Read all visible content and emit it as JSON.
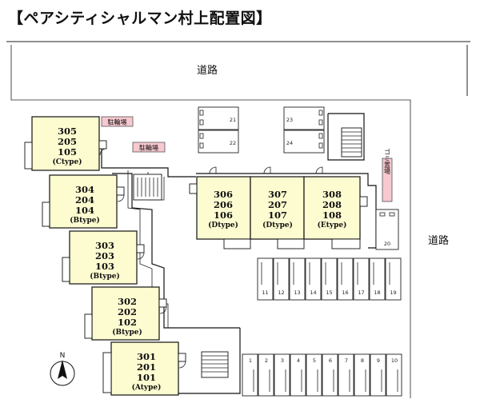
{
  "title": "【ペアシティシャルマン村上配置図】",
  "roads": {
    "top": "道路",
    "right": "道路"
  },
  "labels": {
    "bike_parking_1": "駐輪場",
    "bike_parking_2": "駐輪場",
    "garbage": "ゴミ置場"
  },
  "compass": {
    "north": "N"
  },
  "units": [
    {
      "rooms": [
        "305",
        "205",
        "105"
      ],
      "type": "(Ctype)"
    },
    {
      "rooms": [
        "304",
        "204",
        "104"
      ],
      "type": "(Btype)"
    },
    {
      "rooms": [
        "303",
        "203",
        "103"
      ],
      "type": "(Btype)"
    },
    {
      "rooms": [
        "302",
        "202",
        "102"
      ],
      "type": "(Btype)"
    },
    {
      "rooms": [
        "301",
        "201",
        "101"
      ],
      "type": "(Atype)"
    },
    {
      "rooms": [
        "306",
        "206",
        "106"
      ],
      "type": "(Dtype)"
    },
    {
      "rooms": [
        "307",
        "207",
        "107"
      ],
      "type": "(Dtype)"
    },
    {
      "rooms": [
        "308",
        "208",
        "108"
      ],
      "type": "(Etype)"
    }
  ],
  "parking": {
    "bottom_row": [
      "1",
      "2",
      "3",
      "4",
      "5",
      "6",
      "7",
      "8",
      "9",
      "10"
    ],
    "middle_row": [
      "11",
      "12",
      "13",
      "14",
      "15",
      "16",
      "17",
      "18",
      "19"
    ],
    "single": "20",
    "top_group_left": [
      "21",
      "22"
    ],
    "top_group_right": [
      "23",
      "24"
    ]
  }
}
